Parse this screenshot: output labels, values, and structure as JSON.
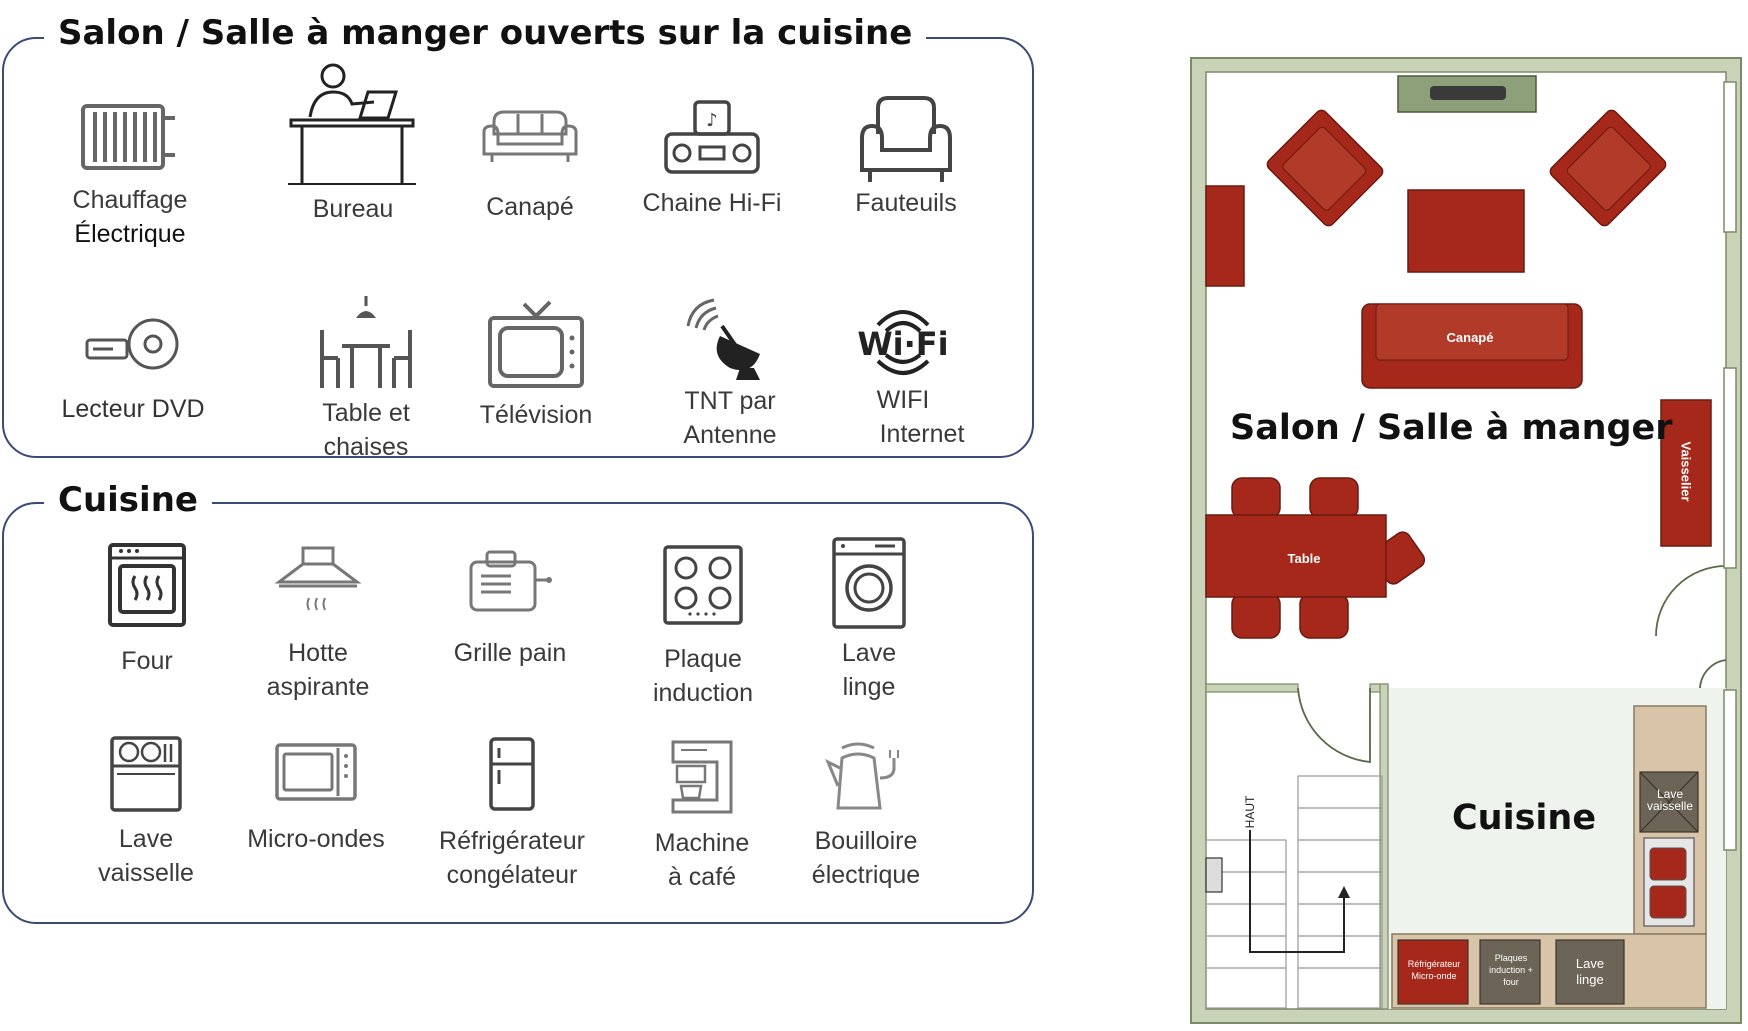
{
  "salon": {
    "title": "Salon / Salle à manger ouverts sur la cuisine",
    "items": [
      {
        "icon": "radiator-icon",
        "line1": "Chauffage",
        "line2": "Électrique"
      },
      {
        "icon": "desk-icon",
        "line1": "Bureau",
        "line2": ""
      },
      {
        "icon": "sofa-icon",
        "line1": "Canapé",
        "line2": ""
      },
      {
        "icon": "hifi-icon",
        "line1": "Chaine Hi-Fi",
        "line2": ""
      },
      {
        "icon": "armchair-icon",
        "line1": "Fauteuils",
        "line2": ""
      },
      {
        "icon": "dvd-player-icon",
        "line1": "Lecteur DVD",
        "line2": ""
      },
      {
        "icon": "table-chairs-icon",
        "line1": "Table et",
        "line2": "chaises"
      },
      {
        "icon": "television-icon",
        "line1": "Télévision",
        "line2": ""
      },
      {
        "icon": "satellite-dish-icon",
        "line1": "TNT par",
        "line2": "Antenne"
      },
      {
        "icon": "wifi-icon",
        "line1": "WIFI",
        "line2": "Internet"
      }
    ]
  },
  "cuisine": {
    "title": "Cuisine",
    "items": [
      {
        "icon": "oven-icon",
        "line1": "Four",
        "line2": ""
      },
      {
        "icon": "range-hood-icon",
        "line1": "Hotte",
        "line2": "aspirante"
      },
      {
        "icon": "toaster-icon",
        "line1": "Grille pain",
        "line2": ""
      },
      {
        "icon": "induction-hob-icon",
        "line1": "Plaque",
        "line2": "induction"
      },
      {
        "icon": "washing-machine-icon",
        "line1": "Lave",
        "line2": "linge"
      },
      {
        "icon": "dishwasher-icon",
        "line1": "Lave",
        "line2": "vaisselle"
      },
      {
        "icon": "microwave-icon",
        "line1": "Micro-ondes",
        "line2": ""
      },
      {
        "icon": "fridge-icon",
        "line1": "Réfrigérateur",
        "line2": "congélateur"
      },
      {
        "icon": "coffee-machine-icon",
        "line1": "Machine",
        "line2": "à café"
      },
      {
        "icon": "kettle-icon",
        "line1": "Bouilloire",
        "line2": "électrique"
      }
    ]
  },
  "floorplan": {
    "room_salon": "Salon / Salle à manger",
    "room_cuisine": "Cuisine",
    "canape": "Canapé",
    "table": "Table",
    "vaisselier": "Vaisselier",
    "stairs": "HAUT",
    "lave_vaisselle": "Lave vaisselle",
    "refrigerateur": "Réfrigérateur Micro-onde",
    "plaques": "Plaques induction + four",
    "lave_linge": "Lave linge"
  },
  "colors": {
    "border": "#3a4a78",
    "furniture": "#a5281a",
    "wall": "#c9d3b8",
    "kitchen_floor": "#eef3ee",
    "counter": "#d8c4a8"
  }
}
